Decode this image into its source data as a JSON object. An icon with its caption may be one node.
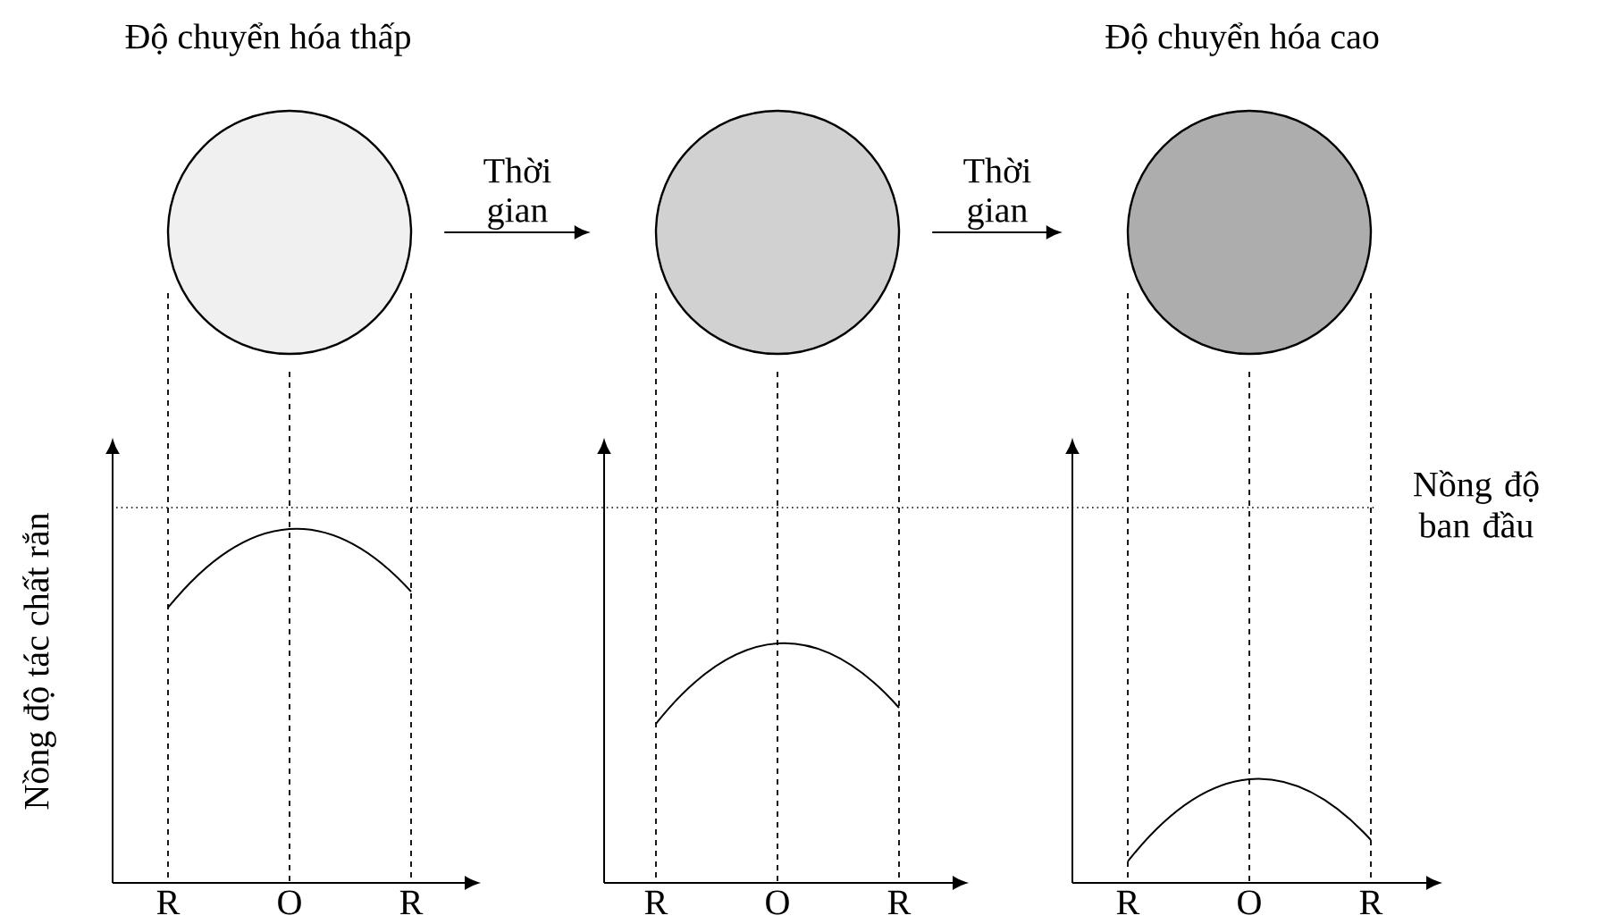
{
  "diagram": {
    "nodes": [
      {
        "text": [],
        "shape": "circle"
      },
      {
        "text": [],
        "shape": "circle"
      },
      {
        "text": [],
        "shape": "circle"
      }
    ],
    "edges": [
      {
        "from": 0,
        "to": 1,
        "arrow": "to",
        "label": "Thời gian"
      },
      {
        "from": 1,
        "to": 2,
        "arrow": "to",
        "label": "Thời gian"
      }
    ],
    "labels": [
      "Độ chuyển hóa thấp",
      "Độ chuyển hóa cao",
      "Nồng độ tác chất rắn",
      "Nồng độ ban đầu",
      "R",
      "O",
      "R",
      "R",
      "O",
      "R",
      "R",
      "O",
      "R"
    ]
  }
}
